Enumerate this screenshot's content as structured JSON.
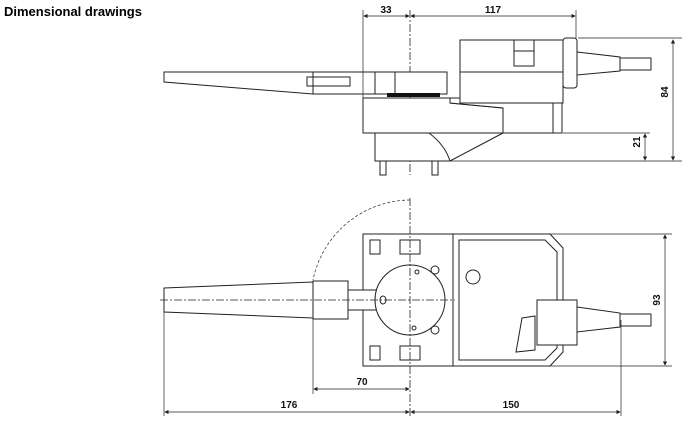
{
  "title": "Dimensional drawings",
  "side_view": {
    "dimensions": {
      "shaft_offset": "33",
      "body_length": "117",
      "total_height": "84",
      "pin_height": "21"
    }
  },
  "top_view": {
    "dimensions": {
      "body_width": "93",
      "lever_to_axis": "70",
      "lever_length": "176",
      "body_to_cable": "150"
    }
  }
}
